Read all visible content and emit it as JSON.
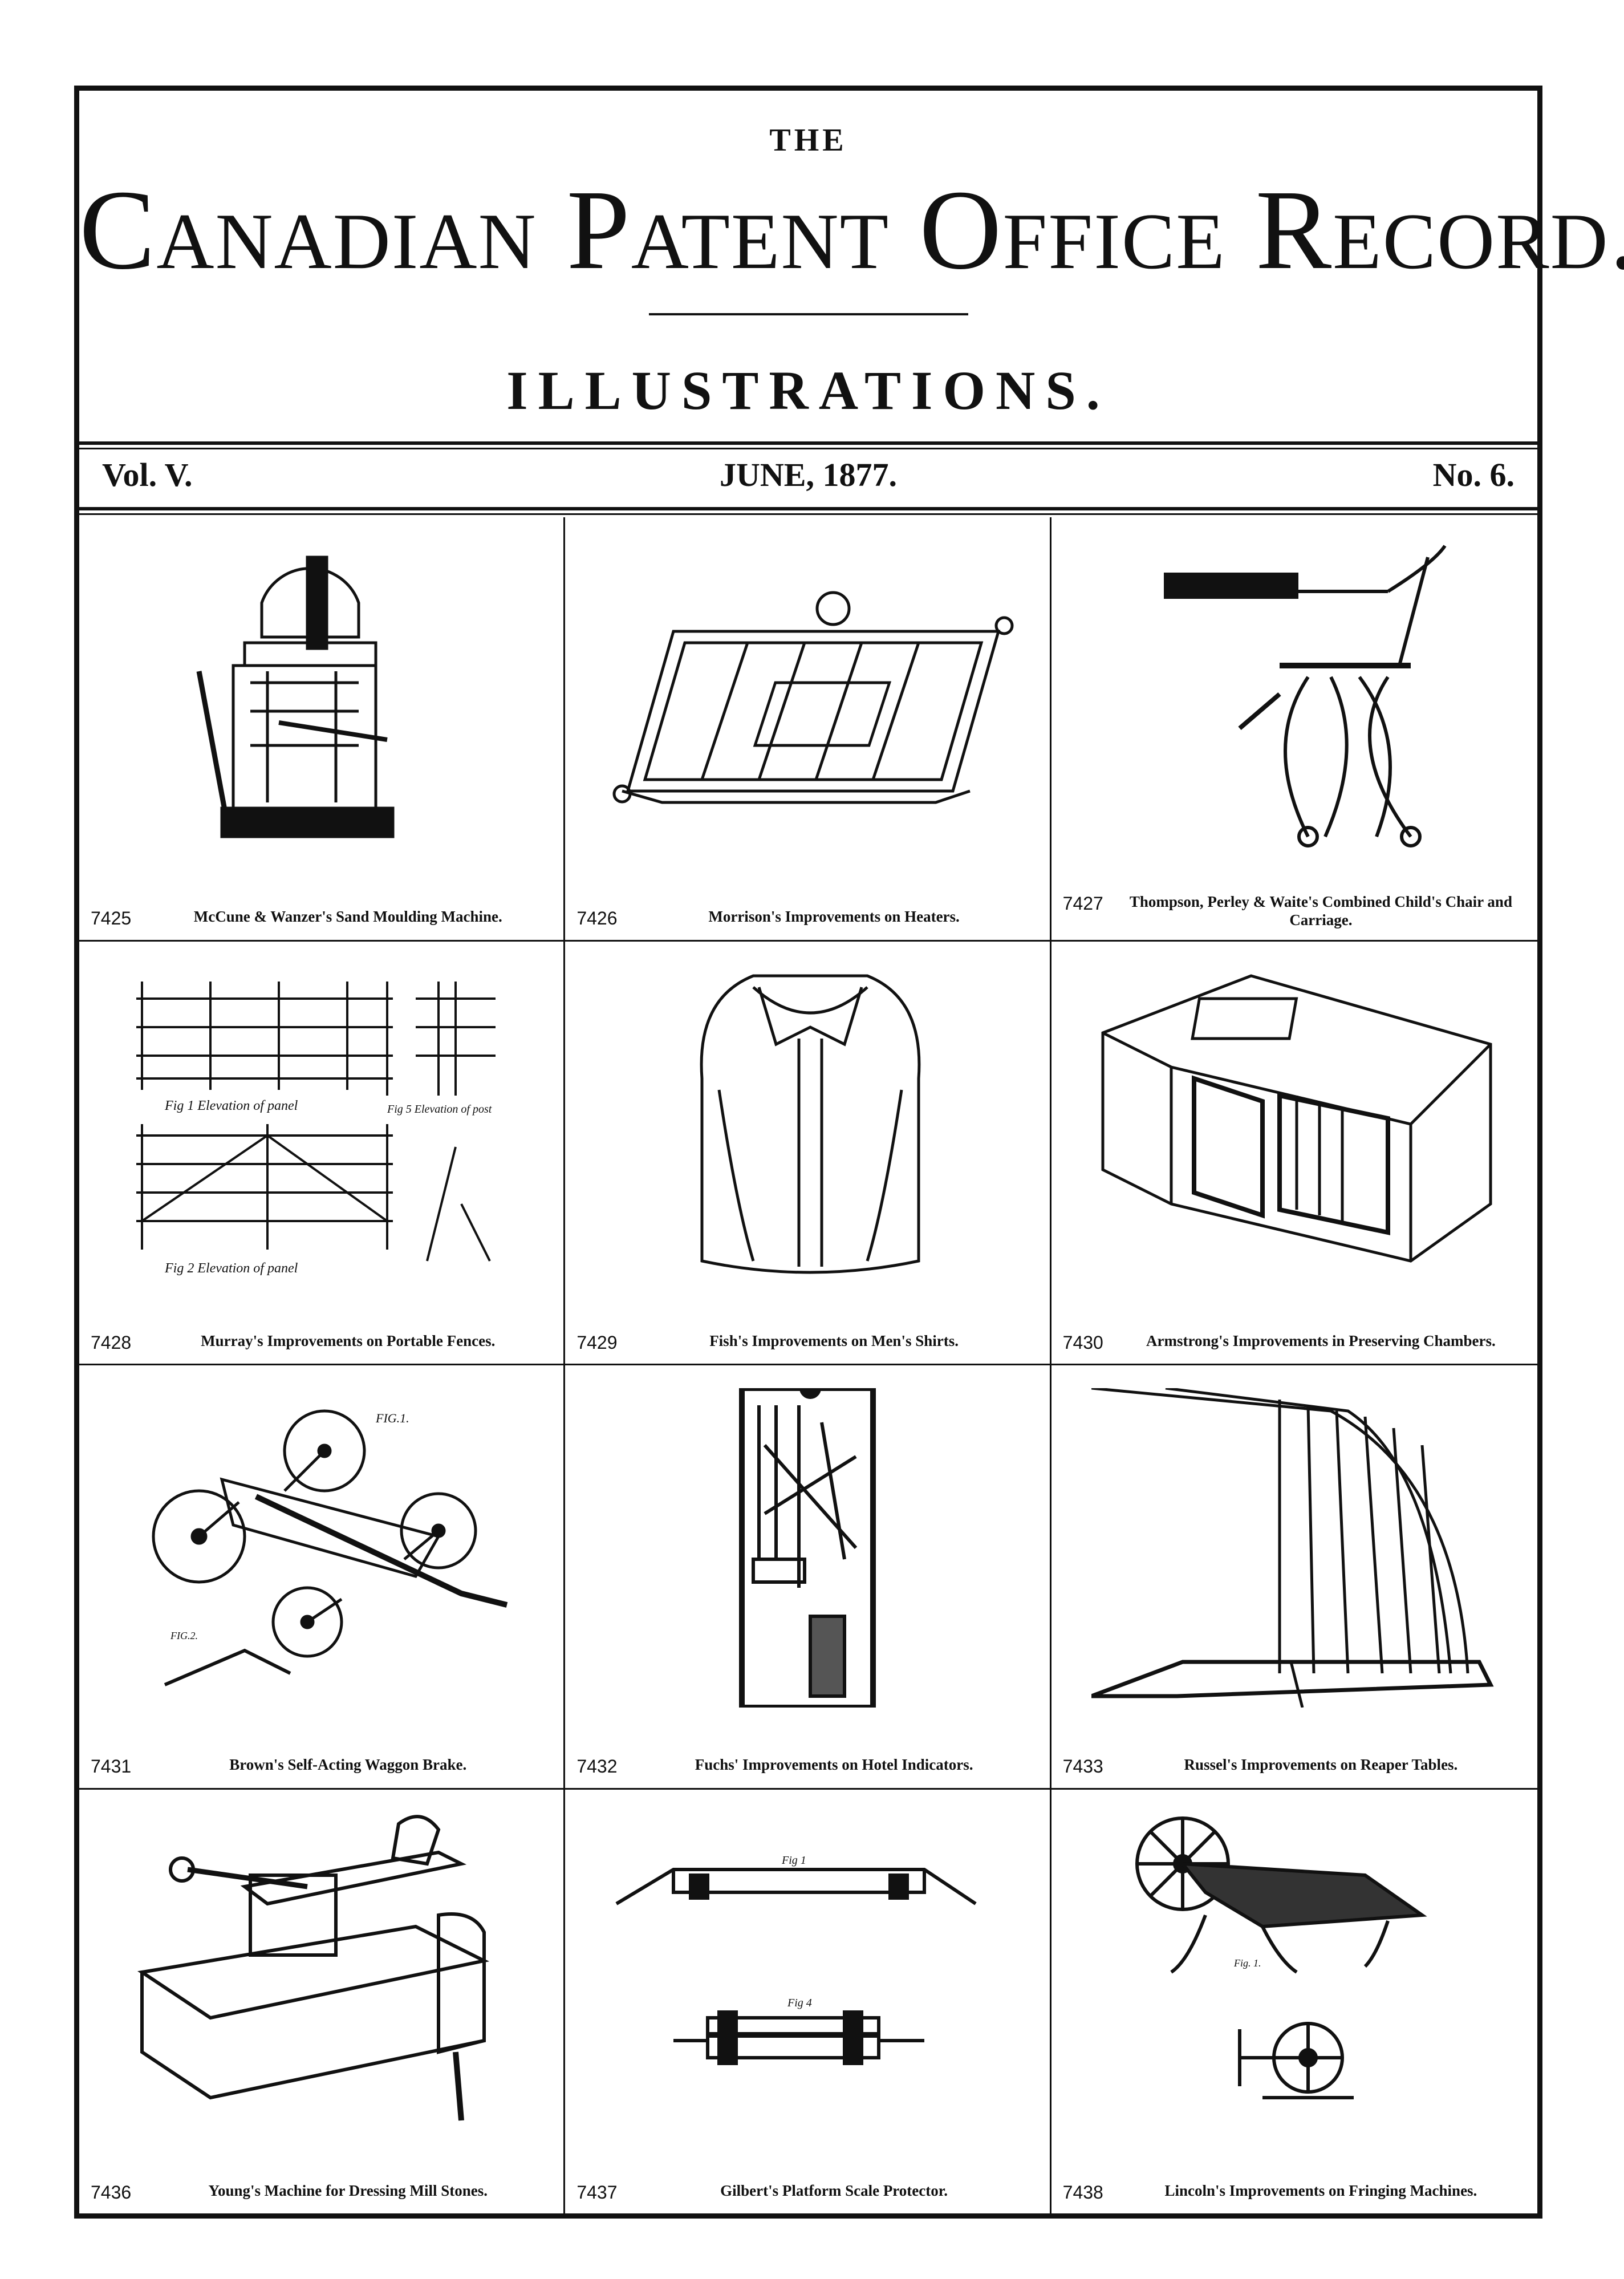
{
  "header": {
    "the": "THE",
    "title": "Canadian Patent Office Record.",
    "subtitle": "ILLUSTRATIONS.",
    "volume": "Vol. V.",
    "date": "JUNE, 1877.",
    "number": "No. 6."
  },
  "illustrations": [
    {
      "number": "7425",
      "caption": "McCune & Wanzer's Sand Moulding Machine.",
      "icon": "moulding-machine-icon"
    },
    {
      "number": "7426",
      "caption": "Morrison's Improvements on Heaters.",
      "icon": "heater-icon"
    },
    {
      "number": "7427",
      "caption": "Thompson, Perley & Waite's Combined Child's Chair and Carriage.",
      "icon": "child-chair-icon"
    },
    {
      "number": "7428",
      "caption": "Murray's Improvements on Portable Fences.",
      "icon": "fence-icon"
    },
    {
      "number": "7429",
      "caption": "Fish's Improvements on Men's Shirts.",
      "icon": "shirt-icon"
    },
    {
      "number": "7430",
      "caption": "Armstrong's Improvements in Preserving Chambers.",
      "icon": "chamber-icon"
    },
    {
      "number": "7431",
      "caption": "Brown's Self-Acting Waggon Brake.",
      "icon": "waggon-icon"
    },
    {
      "number": "7432",
      "caption": "Fuchs' Improvements on Hotel Indicators.",
      "icon": "indicator-icon"
    },
    {
      "number": "7433",
      "caption": "Russel's Improvements on Reaper Tables.",
      "icon": "reaper-icon"
    },
    {
      "number": "7436",
      "caption": "Young's Machine for Dressing Mill Stones.",
      "icon": "millstone-icon"
    },
    {
      "number": "7437",
      "caption": "Gilbert's Platform Scale Protector.",
      "icon": "scale-protector-icon"
    },
    {
      "number": "7438",
      "caption": "Lincoln's Improvements on Fringing Machines.",
      "icon": "fringing-machine-icon"
    }
  ],
  "figure_labels": {
    "fence_fig1": "Fig 1 Elevation of panel",
    "fence_fig5": "Fig 5 Elevation of post",
    "fence_fig2": "Fig 2 Elevation of panel",
    "waggon_fig1": "FIG.1.",
    "waggon_fig2": "FIG.2.",
    "scale_fig1": "Fig 1",
    "scale_fig4": "Fig 4",
    "fringing_fig1": "Fig. 1."
  }
}
